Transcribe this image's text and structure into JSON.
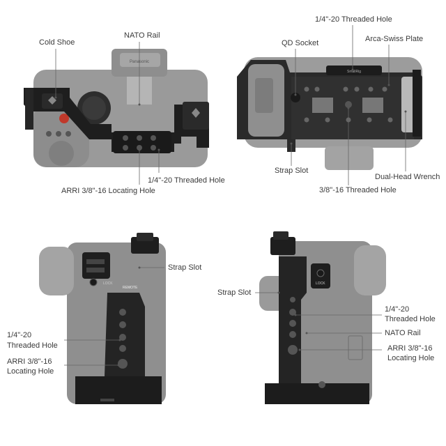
{
  "top_left": {
    "labels": {
      "cold_shoe": "Cold Shoe",
      "nato_rail": "NATO Rail",
      "threaded_hole": "1/4\"-20 Threaded Hole",
      "arri_hole": "ARRI 3/8\"-16 Locating Hole"
    },
    "camera_brand": "Panasonic"
  },
  "top_right": {
    "labels": {
      "threaded_hole": "1/4\"-20 Threaded Hole",
      "qd_socket": "QD Socket",
      "arca_plate": "Arca-Swiss Plate",
      "strap_slot": "Strap Slot",
      "threaded_hole_38": "3/8\"-16 Threaded Hole",
      "wrench": "Dual-Head Wrench"
    },
    "plate_brand": "SmallRig"
  },
  "bottom_left": {
    "labels": {
      "strap_slot": "Strap Slot",
      "threaded_hole_line1": "1/4\"-20",
      "threaded_hole_line2": "Threaded Hole",
      "arri_line1": "ARRI 3/8\"-16",
      "arri_line2": "Locating Hole"
    },
    "lock_text": "LOCK",
    "remote_text": "REMOTE"
  },
  "bottom_right": {
    "labels": {
      "strap_slot": "Strap Slot",
      "threaded_hole_line1": "1/4\"-20",
      "threaded_hole_line2": "Threaded Hole",
      "nato_rail": "NATO Rail",
      "arri_line1": "ARRI 3/8\"-16",
      "arri_line2": "Locating Hole"
    },
    "lock_text": "LOCK"
  }
}
